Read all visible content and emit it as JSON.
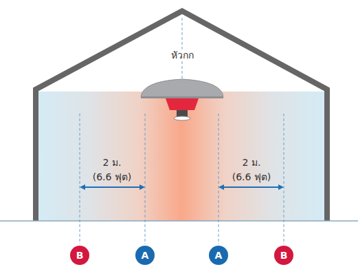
{
  "diagram": {
    "nodes": [
      {
        "text": [
          "B"
        ]
      },
      {
        "text": [
          "A"
        ]
      },
      {
        "text": [
          "A"
        ]
      },
      {
        "text": [
          "B"
        ]
      }
    ],
    "labels": [
      "หัวกก",
      "2 ม.",
      "(6.6 ฟุต)",
      "2 ม.",
      "(6.6 ฟุต)"
    ]
  }
}
